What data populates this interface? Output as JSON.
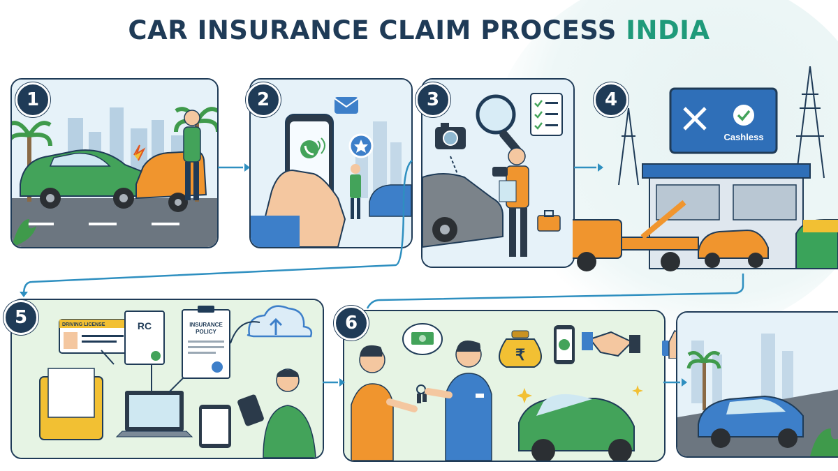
{
  "title": {
    "main": "CAR INSURANCE CLAIM PROCESS ",
    "accent": "INDIA"
  },
  "steps": [
    {
      "number": "1"
    },
    {
      "number": "2"
    },
    {
      "number": "3"
    },
    {
      "number": "4",
      "sign_text": "Cashless"
    },
    {
      "number": "5",
      "doc_license": "DRIVING LICENSE",
      "doc_rc": "RC",
      "doc_policy_line1": "INSURANCE",
      "doc_policy_line2": "POLICY"
    },
    {
      "number": "6"
    }
  ],
  "icons": {
    "rupee_symbol": "₹"
  },
  "colors": {
    "navy": "#1f3b57",
    "teal": "#1f9a7a",
    "connector": "#2e8fc0",
    "green_car": "#43a35a",
    "orange_car": "#f0952e",
    "blue_car": "#3d7fc9"
  }
}
